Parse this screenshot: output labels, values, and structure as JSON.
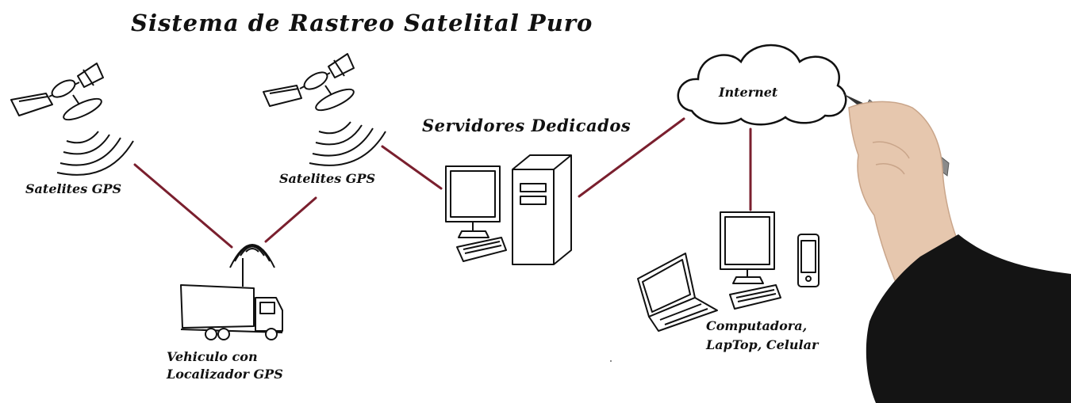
{
  "title": "Sistema de Rastreo Satelital Puro",
  "nodes": {
    "satellite_1": {
      "label": "Satelites GPS",
      "icon": "satellite-icon"
    },
    "satellite_2": {
      "label": "Satelites GPS",
      "icon": "satellite-icon"
    },
    "vehicle": {
      "label_line1": "Vehiculo con",
      "label_line2": "Localizador GPS",
      "icon": "truck-icon"
    },
    "servers": {
      "label": "Servidores Dedicados",
      "icon": "server-icon"
    },
    "internet": {
      "label": "Internet",
      "icon": "cloud-icon"
    },
    "clients": {
      "label_line1": "Computadora,",
      "label_line2": "LapTop, Celular",
      "icons": [
        "laptop-icon",
        "desktop-icon",
        "phone-icon"
      ]
    }
  },
  "colors": {
    "connector": "#7a1f2e",
    "ink": "#111111",
    "sleeve": "#141414",
    "skin": "#e6c7ae",
    "pen": "#8a8a8a"
  }
}
